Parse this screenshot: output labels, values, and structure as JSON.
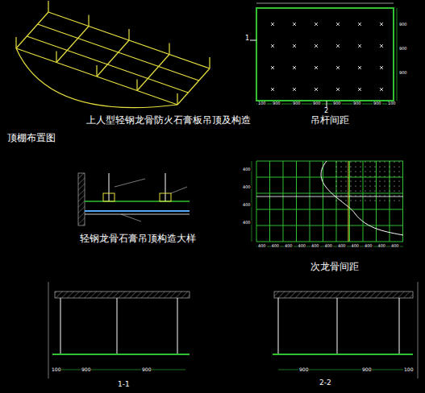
{
  "diagram": {
    "labels": [
      "上人型轻钢龙骨防火石膏板吊顶及构造",
      "顶棚布置图",
      "吊杆间距",
      "轻钢龙骨石膏吊顶构造大样",
      "次龙骨间距",
      "1-1",
      "2-2",
      "1",
      "2",
      "100",
      "900",
      "900",
      "900",
      "900",
      "900",
      "900",
      "100",
      "900",
      "900",
      "900",
      "400",
      "400",
      "400",
      "400",
      "400",
      "400",
      "400",
      "400",
      "400",
      "400",
      "400",
      "400",
      "400",
      "400",
      "400",
      "100",
      "900",
      "900",
      "900",
      "900",
      "100"
    ]
  }
}
